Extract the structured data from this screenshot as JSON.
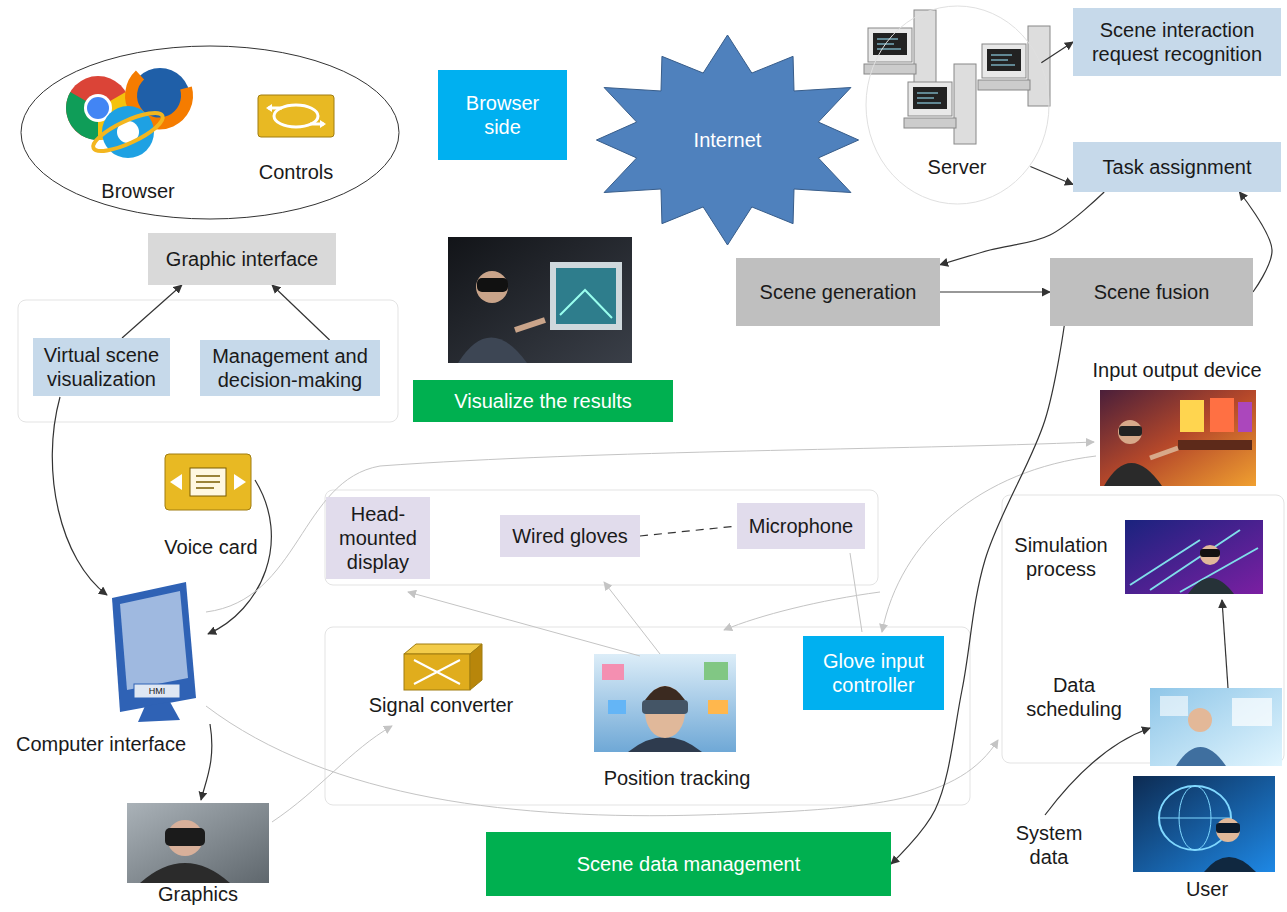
{
  "diagram": {
    "nodes": [
      {
        "text": [
          "Browser",
          "Controls"
        ]
      },
      {
        "text": [
          "Browser side"
        ]
      },
      {
        "text": [
          "Internet"
        ]
      },
      {
        "text": [
          "Server"
        ]
      },
      {
        "text": [
          "Scene interaction request recognition"
        ]
      },
      {
        "text": [
          "Task assignment"
        ]
      },
      {
        "text": [
          "Graphic interface"
        ]
      },
      {
        "text": [
          "Scene generation"
        ]
      },
      {
        "text": [
          "Scene fusion"
        ]
      },
      {
        "text": [
          "Virtual scene visualization"
        ]
      },
      {
        "text": [
          "Management and decision-making"
        ]
      },
      {
        "text": [
          "Visualize the results"
        ]
      },
      {
        "text": [
          "Head-mounted display"
        ]
      },
      {
        "text": [
          "Wired gloves"
        ]
      },
      {
        "text": [
          "Microphone"
        ]
      },
      {
        "text": [
          "Glove input controller"
        ]
      },
      {
        "text": [
          "Scene data management"
        ]
      }
    ],
    "edges": [
      {
        "from": 9,
        "to": 6,
        "arrow": "to"
      },
      {
        "from": 10,
        "to": 6,
        "arrow": "to"
      },
      {
        "from": 3,
        "to": 4,
        "arrow": "to"
      },
      {
        "from": 3,
        "to": 5,
        "arrow": "to"
      },
      {
        "from": 5,
        "to": 7,
        "arrow": "to"
      },
      {
        "from": 7,
        "to": 8,
        "arrow": "to"
      },
      {
        "from": 8,
        "to": 5,
        "arrow": "to"
      },
      {
        "from": 8,
        "to": 16,
        "arrow": "to"
      },
      {
        "from": 13,
        "to": 14,
        "arrow": "none"
      }
    ],
    "labels": [
      "Input output device",
      "Voice card",
      "Simulation process",
      "HMI",
      "Data scheduling",
      "Signal converter",
      "Computer interface",
      "Position tracking",
      "System data",
      "User",
      "Graphics"
    ]
  }
}
